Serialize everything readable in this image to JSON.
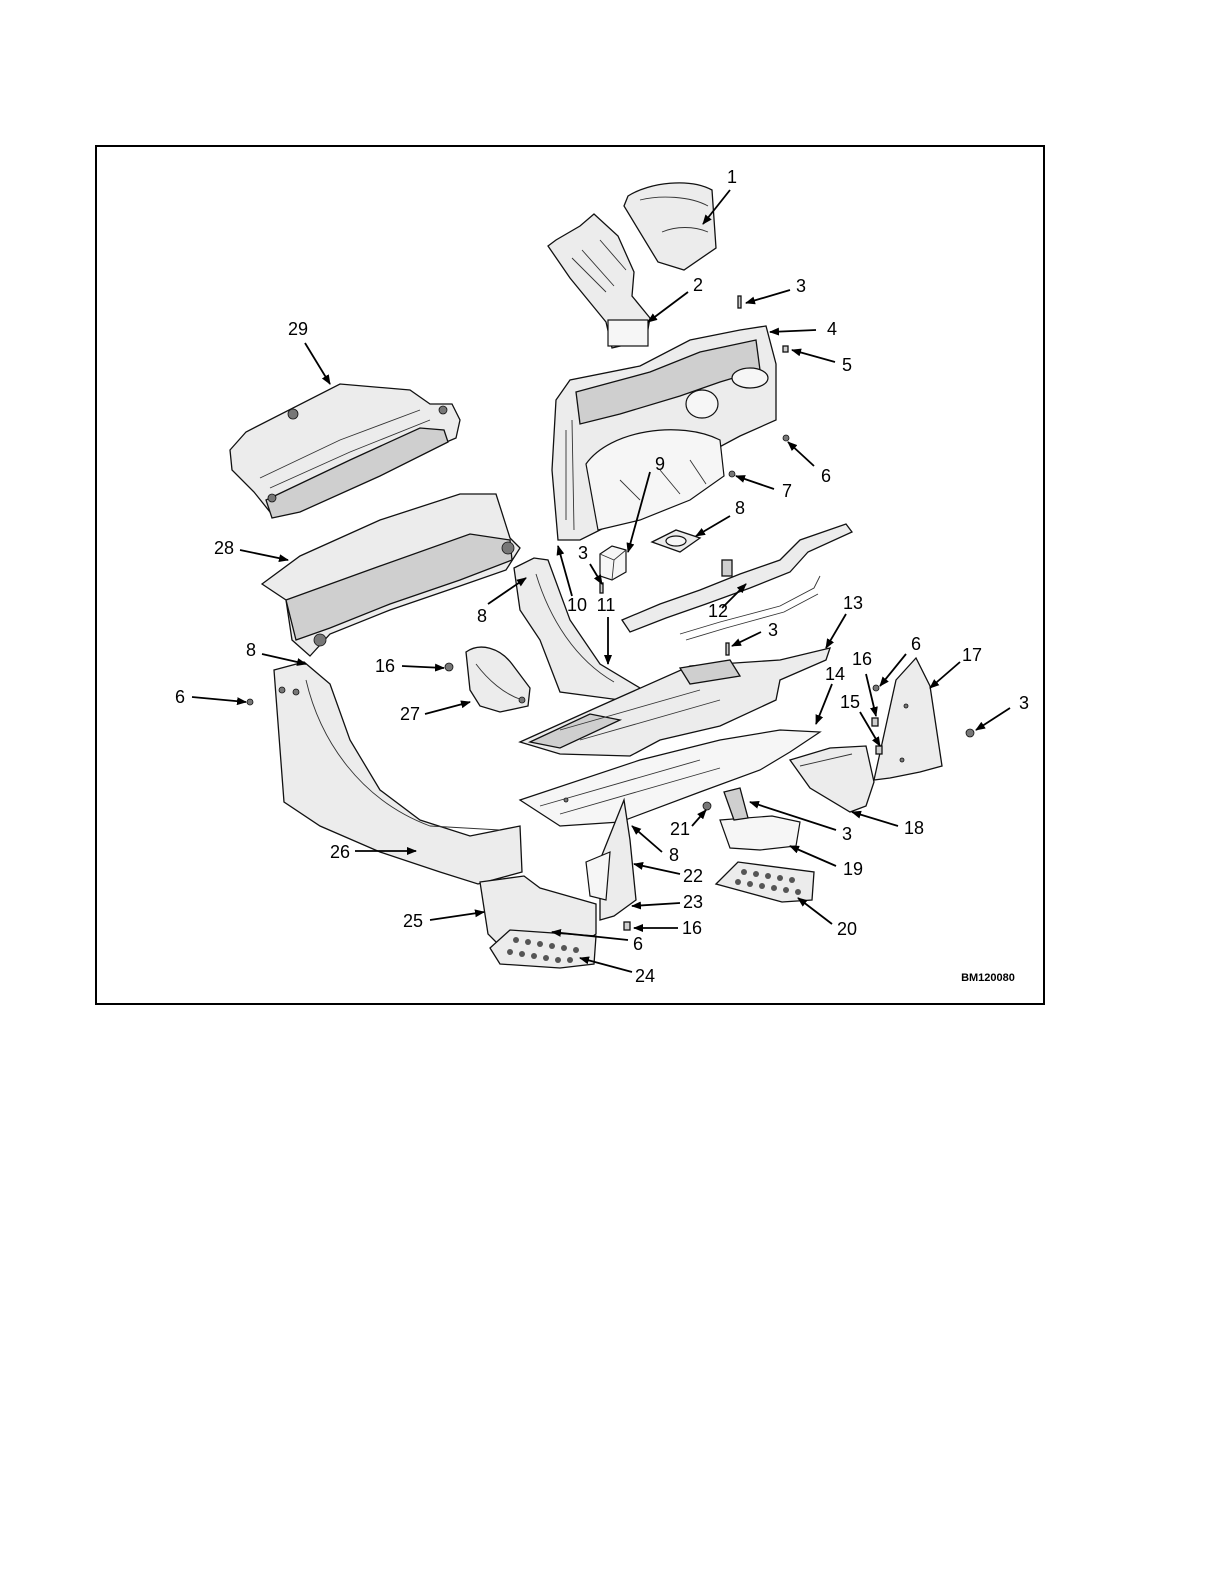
{
  "figure": {
    "id": "BM120080",
    "callouts": [
      {
        "n": "1"
      },
      {
        "n": "2"
      },
      {
        "n": "3"
      },
      {
        "n": "4"
      },
      {
        "n": "5"
      },
      {
        "n": "6"
      },
      {
        "n": "7"
      },
      {
        "n": "8"
      },
      {
        "n": "9"
      },
      {
        "n": "10"
      },
      {
        "n": "11"
      },
      {
        "n": "12"
      },
      {
        "n": "13"
      },
      {
        "n": "14"
      },
      {
        "n": "15"
      },
      {
        "n": "16"
      },
      {
        "n": "17"
      },
      {
        "n": "18"
      },
      {
        "n": "19"
      },
      {
        "n": "20"
      },
      {
        "n": "21"
      },
      {
        "n": "22"
      },
      {
        "n": "23"
      },
      {
        "n": "24"
      },
      {
        "n": "25"
      },
      {
        "n": "26"
      },
      {
        "n": "27"
      },
      {
        "n": "28"
      },
      {
        "n": "29"
      }
    ]
  }
}
